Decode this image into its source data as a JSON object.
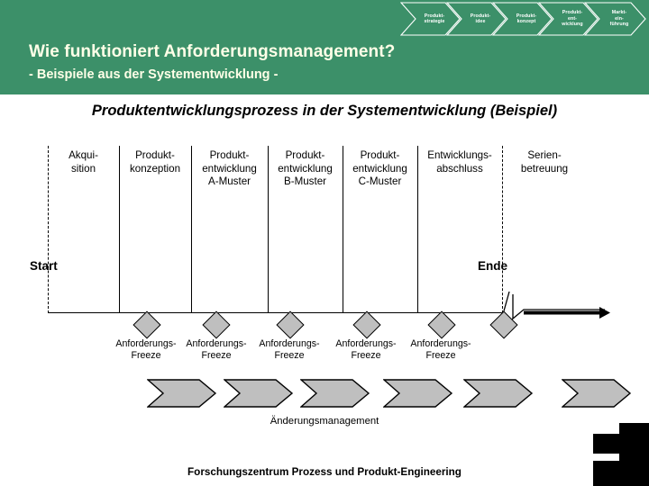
{
  "header": {
    "title": "Wie funktioniert Anforderungsmanagement?",
    "subtitle": "- Beispiele aus der Systementwicklung -",
    "band_color": "#3c9069",
    "text_color": "#ffffe8",
    "phases": [
      {
        "line1": "Produkt-",
        "line2": "strategie",
        "line3": ""
      },
      {
        "line1": "Produkt-",
        "line2": "idee",
        "line3": ""
      },
      {
        "line1": "Produkt-",
        "line2": "konzept",
        "line3": ""
      },
      {
        "line1": "Produkt-",
        "line2": "ent-",
        "line3": "wicklung"
      },
      {
        "line1": "Markt-",
        "line2": "ein-",
        "line3": "führung"
      }
    ]
  },
  "content": {
    "sub_heading": "Produktentwicklungsprozess in der Systementwicklung (Beispiel)",
    "start_label": "Start",
    "ende_label": "Ende",
    "change_management_label": "Änderungsmanagement",
    "columns": [
      {
        "line1": "Akqui-",
        "line2": "sition",
        "line3": ""
      },
      {
        "line1": "Produkt-",
        "line2": "konzeption",
        "line3": ""
      },
      {
        "line1": "Produkt-",
        "line2": "entwicklung",
        "line3": "A-Muster"
      },
      {
        "line1": "Produkt-",
        "line2": "entwicklung",
        "line3": "B-Muster"
      },
      {
        "line1": "Produkt-",
        "line2": "entwicklung",
        "line3": "C-Muster"
      },
      {
        "line1": "Entwicklungs-",
        "line2": "abschluss",
        "line3": ""
      },
      {
        "line1": "Serien-",
        "line2": "betreuung",
        "line3": ""
      }
    ],
    "milestones": [
      {
        "line1": "Anforderungs-",
        "line2": "Freeze"
      },
      {
        "line1": "Anforderungs-",
        "line2": "Freeze"
      },
      {
        "line1": "Anforderungs-",
        "line2": "Freeze"
      },
      {
        "line1": "Anforderungs-",
        "line2": "Freeze"
      },
      {
        "line1": "Anforderungs-",
        "line2": "Freeze"
      }
    ],
    "milestone_count": 6,
    "change_chevron_count": 6,
    "shape_fill": "#bfbfbf",
    "shape_stroke": "#000000"
  },
  "footer": {
    "text": "Forschungszentrum Prozess und Produkt-Engineering",
    "logo_color": "#000000"
  }
}
